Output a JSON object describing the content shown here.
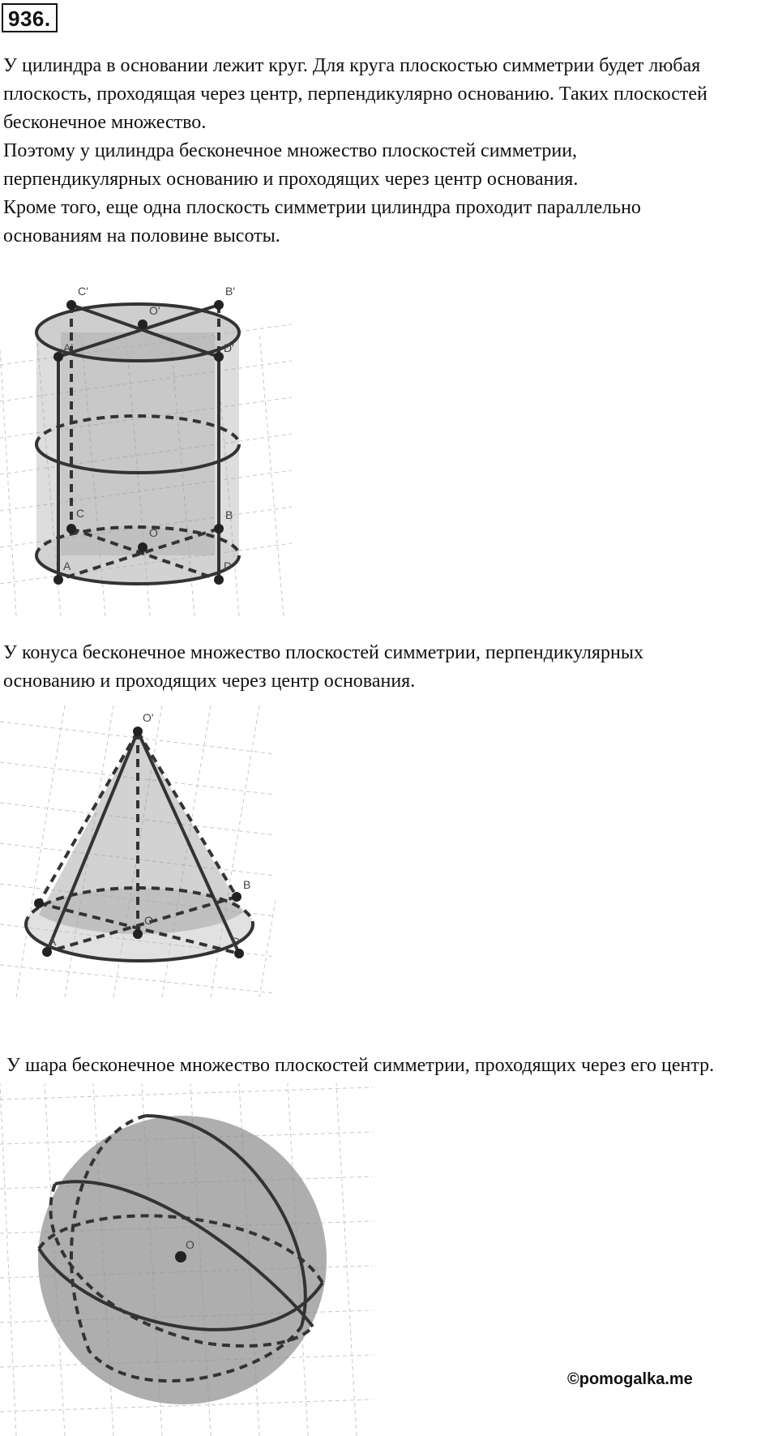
{
  "problem": {
    "number": "936."
  },
  "text": {
    "cylinder": [
      "У цилиндра в основании лежит круг. Для круга плоскостью симметрии будет любая",
      "плоскость, проходящая через центр, перпендикулярно основанию. Таких плоскостей",
      "бесконечное множество.",
      "Поэтому у цилиндра бесконечное множество плоскостей симметрии,",
      "перпендикулярных основанию и проходящих через центр основания.",
      "Кроме того, еще одна плоскость симметрии цилиндра проходит параллельно",
      "основаниям на половине высоты."
    ],
    "cone": [
      "У конуса бесконечное множество плоскостей симметрии, перпендикулярных",
      "основанию и проходящих через центр основания."
    ],
    "sphere": [
      "У шара бесконечное множество плоскостей симметрии, проходящих через его центр."
    ]
  },
  "figures": {
    "cylinder": {
      "labels": {
        "c_top": "C'",
        "b_top": "B'",
        "o_top": "O'",
        "a_top": "A'",
        "d_top": "D'",
        "c": "C",
        "b": "B",
        "o": "O",
        "a": "A",
        "d": "D"
      }
    },
    "cone": {
      "labels": {
        "apex": "O'",
        "b": "B",
        "o": "O",
        "a": "A",
        "d": "D"
      }
    },
    "sphere": {
      "labels": {
        "o": "O"
      }
    }
  },
  "watermark": "©pomogalka.me"
}
